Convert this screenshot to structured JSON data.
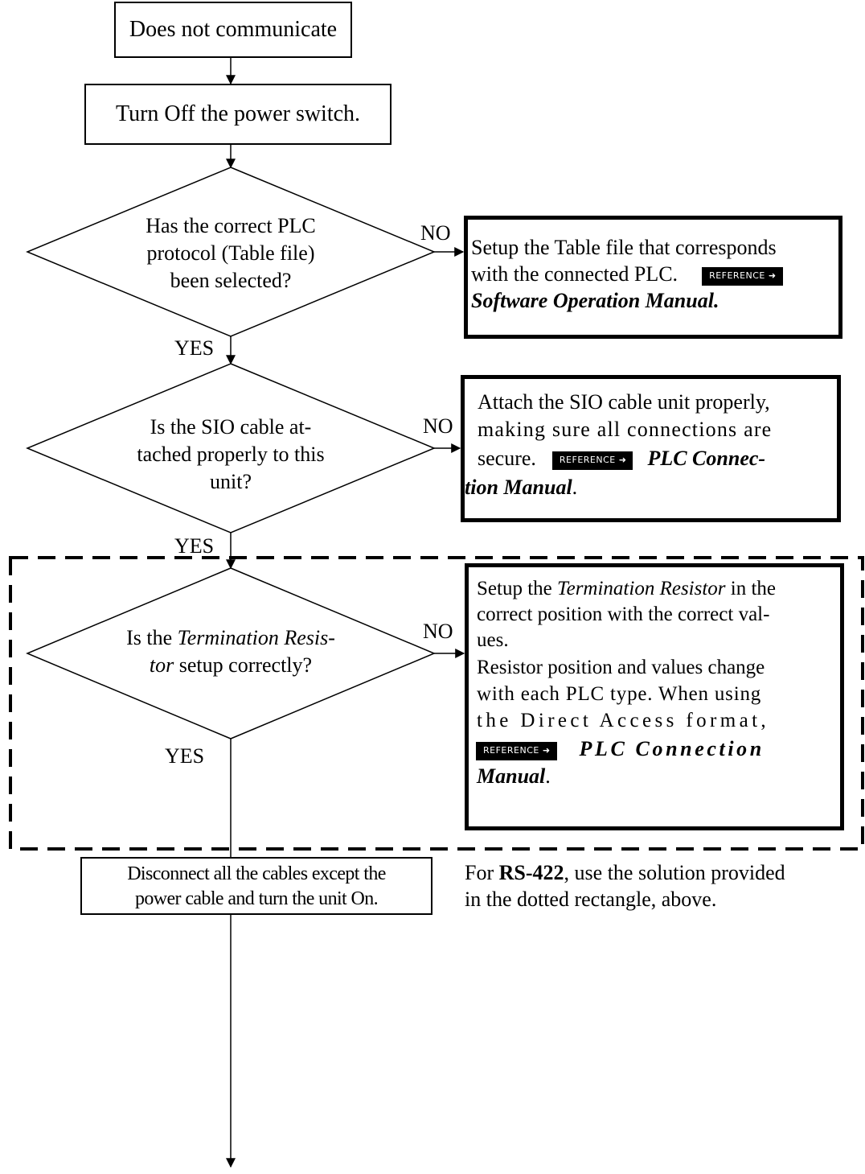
{
  "start": "Does not communicate",
  "step_power_off": "Turn Off the power switch.",
  "decision_protocol": {
    "lines": [
      "Has the correct PLC",
      "protocol (Table file)",
      "been selected?"
    ],
    "no_label": "NO",
    "yes_label": "YES",
    "action": {
      "line1": "Setup the Table file that corresponds",
      "line2": "with the connected PLC.",
      "ref": "REFERENCE",
      "line3": "Software Operation Manual."
    }
  },
  "decision_cable": {
    "lines": [
      "Is the SIO cable at-",
      "tached properly to this",
      "unit?"
    ],
    "no_label": "NO",
    "yes_label": "YES",
    "action": {
      "line1": "Attach the SIO cable unit properly,",
      "line2": "making sure all connections are",
      "line3_pre": "secure.",
      "ref": "REFERENCE",
      "line3_bi": "PLC Connec-",
      "line4_bi": "tion Manual",
      "line4_post": "."
    }
  },
  "decision_resistor": {
    "line1_pre": "Is the ",
    "line1_i": "Termination Resis-",
    "line2_i": "tor",
    "line2_post": " setup correctly?",
    "no_label": "NO",
    "yes_label": "YES",
    "action": {
      "line1_pre": "Setup the ",
      "line1_i": "Termination Resistor",
      "line1_post": " in the",
      "line2": "correct position with the correct val-",
      "line3": "ues.",
      "line4": "Resistor position and values change",
      "line5": "with each PLC type.  When using",
      "line6": "the  Direct  Access  format,",
      "ref": "REFERENCE",
      "line7_bi": "PLC  Connection",
      "line8_bi": "Manual",
      "line8_post": "."
    }
  },
  "step_disconnect": {
    "line1": "Disconnect all the cables except the",
    "line2": "power cable and turn the unit On."
  },
  "note": {
    "pre": "For ",
    "bold": "RS-422",
    "post": ", use the solution provided",
    "line2": "in the dotted rectangle, above."
  }
}
